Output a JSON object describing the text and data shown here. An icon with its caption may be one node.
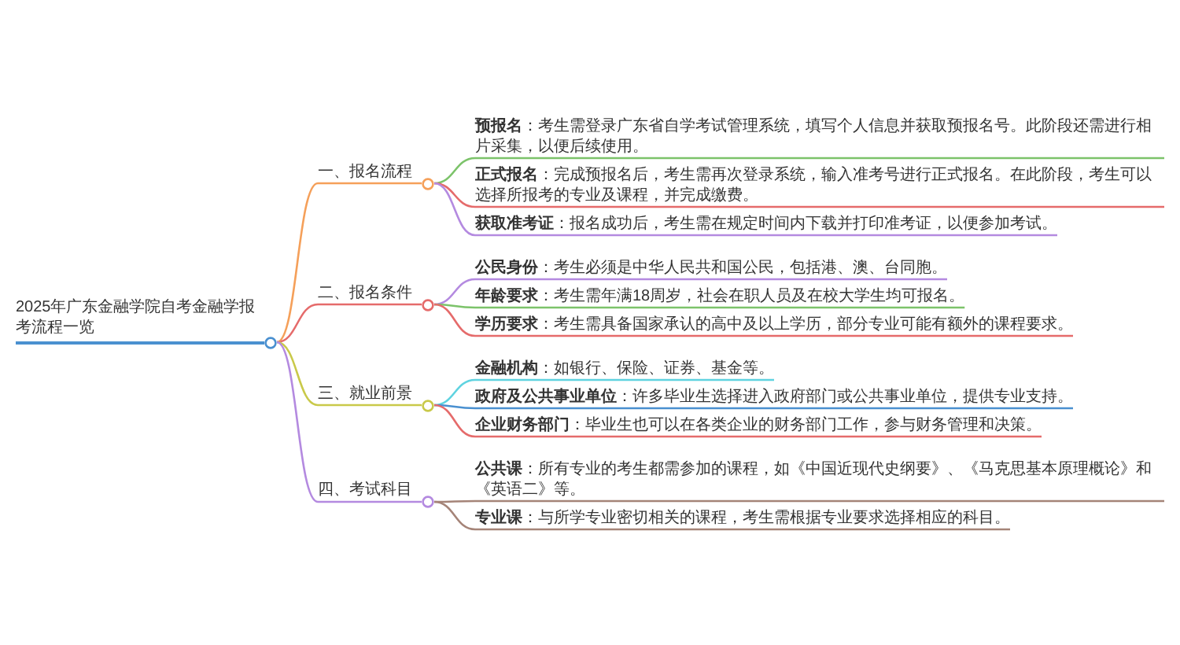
{
  "diagram": {
    "nodes": [
      {
        "text": [
          "2025年广东金融学院自考金融学报考流程一览"
        ]
      },
      {
        "text": [
          "一、报名流程"
        ]
      },
      {
        "text": [
          "二、报名条件"
        ]
      },
      {
        "text": [
          "三、就业前景"
        ]
      },
      {
        "text": [
          "四、考试科目"
        ]
      },
      {
        "text": [
          "**预报名**：考生需登录广东省自学考试管理系统，填写个人信息并获取预报名号。此阶段还需进行相片采集，以便后续使用。"
        ]
      },
      {
        "text": [
          "**正式报名**：完成预报名后，考生需再次登录系统，输入准考号进行正式报名。在此阶段，考生可以选择所报考的专业及课程，并完成缴费。"
        ]
      },
      {
        "text": [
          "**获取准考证**：报名成功后，考生需在规定时间内下载并打印准考证，以便参加考试。"
        ]
      },
      {
        "text": [
          "**公民身份**：考生必须是中华人民共和国公民，包括港、澳、台同胞。"
        ]
      },
      {
        "text": [
          "**年龄要求**：考生需年满18周岁，社会在职人员及在校大学生均可报名。"
        ]
      },
      {
        "text": [
          "**学历要求**：考生需具备国家承认的高中及以上学历，部分专业可能有额外的课程要求。"
        ]
      },
      {
        "text": [
          "**金融机构**：如银行、保险、证券、基金等。"
        ]
      },
      {
        "text": [
          "**政府及公共事业单位**：许多毕业生选择进入政府部门或公共事业单位，提供专业支持。"
        ]
      },
      {
        "text": [
          "**企业财务部门**：毕业生也可以在各类企业的财务部门工作，参与财务管理和决策。"
        ]
      },
      {
        "text": [
          "**公共课**：所有专业的考生都需参加的课程，如《中国近现代史纲要》、《马克思基本原理概论》和《英语二》等。"
        ]
      },
      {
        "text": [
          "**专业课**：与所学专业密切相关的课程，考生需根据专业要求选择相应的科目。"
        ]
      }
    ],
    "edges": [
      {
        "from": 0,
        "to": 1,
        "arrow": "none",
        "color": "#f5a05a"
      },
      {
        "from": 0,
        "to": 2,
        "arrow": "none",
        "color": "#e56b6b"
      },
      {
        "from": 0,
        "to": 3,
        "arrow": "none",
        "color": "#c9c94a"
      },
      {
        "from": 0,
        "to": 4,
        "arrow": "none",
        "color": "#b48ae0"
      },
      {
        "from": 1,
        "to": 5,
        "arrow": "none",
        "color": "#7cc36a"
      },
      {
        "from": 1,
        "to": 6,
        "arrow": "none",
        "color": "#e56b6b"
      },
      {
        "from": 1,
        "to": 7,
        "arrow": "none",
        "color": "#b48ae0"
      },
      {
        "from": 2,
        "to": 8,
        "arrow": "none",
        "color": "#b48ae0"
      },
      {
        "from": 2,
        "to": 9,
        "arrow": "none",
        "color": "#7cc36a"
      },
      {
        "from": 2,
        "to": 10,
        "arrow": "none",
        "color": "#e56b6b"
      },
      {
        "from": 3,
        "to": 11,
        "arrow": "none",
        "color": "#5fd3e0"
      },
      {
        "from": 3,
        "to": 12,
        "arrow": "none",
        "color": "#4a90d0"
      },
      {
        "from": 3,
        "to": 13,
        "arrow": "none",
        "color": "#e56b6b"
      },
      {
        "from": 4,
        "to": 14,
        "arrow": "none",
        "color": "#a58478"
      },
      {
        "from": 4,
        "to": 15,
        "arrow": "none",
        "color": "#a58478"
      }
    ]
  }
}
